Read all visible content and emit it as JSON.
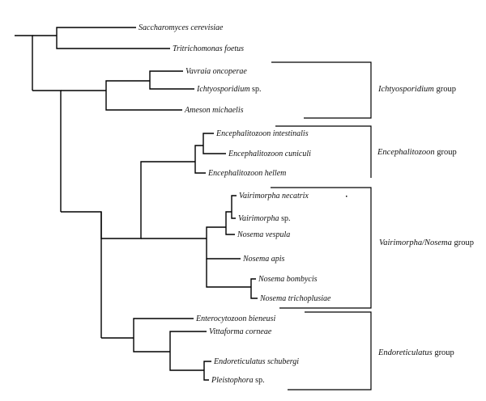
{
  "taxa": {
    "saccharomyces": "Saccharomyces cerevisiae",
    "tritrichomonas": "Tritrichomonas foetus",
    "vavraia": "Vavraia oncoperae",
    "ichthyosporidium": "Ichtyosporidium",
    "ichthyosporidium_suffix": " sp.",
    "ameson": "Ameson michaelis",
    "ence_intestinalis": "Encephalitozoon intestinalis",
    "ence_cuniculi": "Encephalitozoon cuniculi",
    "ence_hellem": "Encephalitozoon hellem",
    "vairimorpha_necatrix": "Vairimorpha necatrix",
    "vairimorpha_sp": "Vairimorpha",
    "vairimorpha_sp_suffix": " sp.",
    "nosema_vespula": "Nosema vespula",
    "nosema_apis": "Nosema apis",
    "nosema_bombycis": "Nosema bombycis",
    "nosema_trichoplusiae": "Nosema trichoplusiae",
    "enterocytozoon": "Enterocytozoon bieneusi",
    "vittaforma": "Vittaforma corneae",
    "endoreticulatus": "Endoreticulatus schubergi",
    "pleistophora": "Pleistophora",
    "pleistophora_suffix": " sp."
  },
  "groups": {
    "ichthyosporidium": {
      "name": "Ichtyosporidium",
      "suffix": " group"
    },
    "encephalitozoon": {
      "name": "Encephalitozoon",
      "suffix": " group"
    },
    "vairimorpha": {
      "name": "Vairimorpha/Nosema",
      "suffix": " group"
    },
    "endoreticulatus": {
      "name": "Endoreticulatus",
      "suffix": " group"
    }
  }
}
